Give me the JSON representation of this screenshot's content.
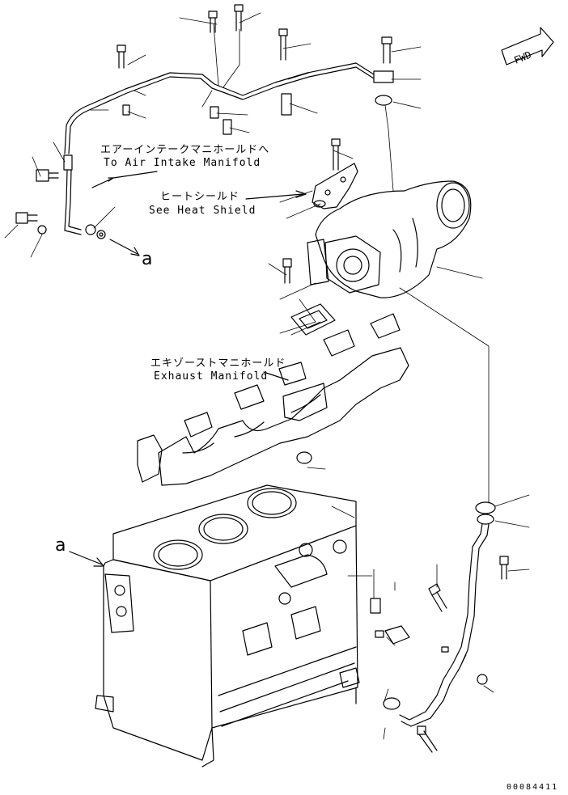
{
  "direction_marker": {
    "text": "FWD"
  },
  "labels": {
    "air_intake_jp": "エアーインテークマニホールドへ",
    "air_intake_en": "To Air Intake Manifold",
    "heat_shield_jp": "ヒートシールド",
    "heat_shield_en": "See Heat Shield",
    "exhaust_jp": "エキゾーストマニホールド",
    "exhaust_en": "Exhaust Manifold"
  },
  "references": {
    "a_pipe_end": "a",
    "a_block": "a"
  },
  "image_number": "00084411"
}
